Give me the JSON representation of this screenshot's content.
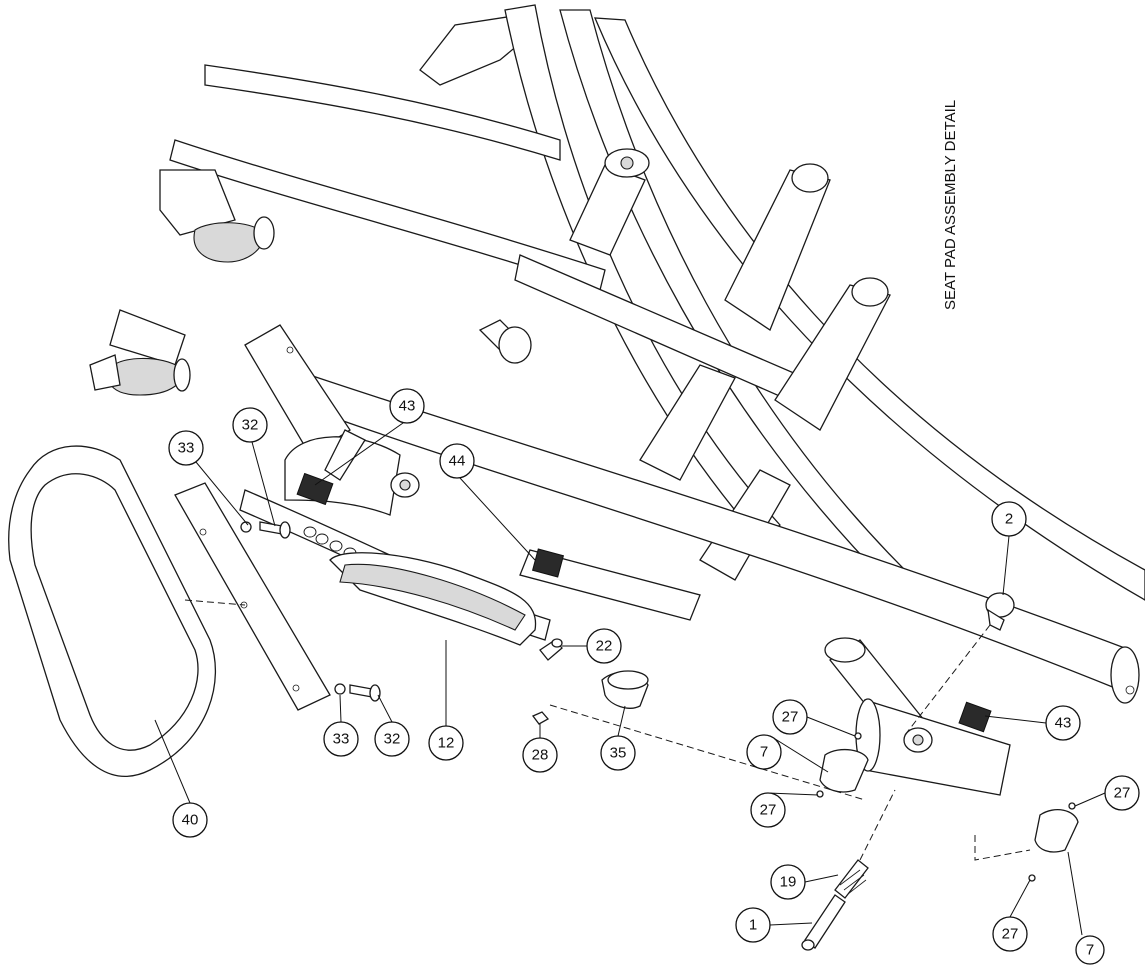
{
  "title": "SEAT PAD ASSEMBLY DETAIL",
  "callouts": [
    {
      "id": "c-33-top",
      "label": "33"
    },
    {
      "id": "c-32-top",
      "label": "32"
    },
    {
      "id": "c-43-top",
      "label": "43"
    },
    {
      "id": "c-44",
      "label": "44"
    },
    {
      "id": "c-2",
      "label": "2"
    },
    {
      "id": "c-22",
      "label": "22"
    },
    {
      "id": "c-33-bot",
      "label": "33"
    },
    {
      "id": "c-32-bot",
      "label": "32"
    },
    {
      "id": "c-12",
      "label": "12"
    },
    {
      "id": "c-40",
      "label": "40"
    },
    {
      "id": "c-28",
      "label": "28"
    },
    {
      "id": "c-35",
      "label": "35"
    },
    {
      "id": "c-27-a",
      "label": "27"
    },
    {
      "id": "c-7-a",
      "label": "7"
    },
    {
      "id": "c-27-b",
      "label": "27"
    },
    {
      "id": "c-43-bot",
      "label": "43"
    },
    {
      "id": "c-27-c",
      "label": "27"
    },
    {
      "id": "c-19",
      "label": "19"
    },
    {
      "id": "c-1",
      "label": "1"
    },
    {
      "id": "c-27-d",
      "label": "27"
    },
    {
      "id": "c-7-b",
      "label": "7"
    }
  ]
}
